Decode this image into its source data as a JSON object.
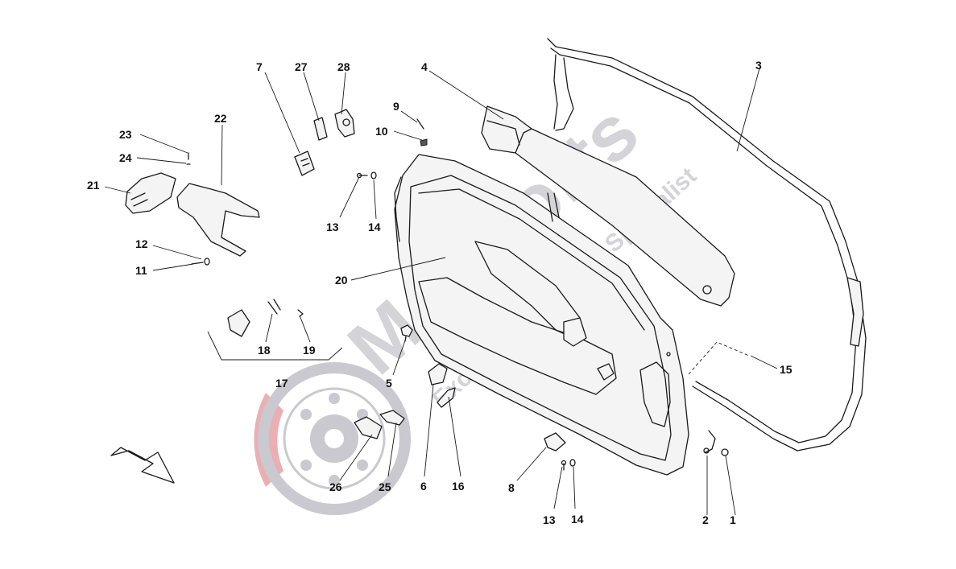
{
  "watermark": {
    "brand": "MoSports",
    "tagline": "Exclusive Car Parts Specialist",
    "colors": {
      "grey": "#c9c9cf",
      "red": "#e8a6ab"
    }
  },
  "callouts": [
    {
      "id": "c1",
      "label": "1"
    },
    {
      "id": "c2",
      "label": "2"
    },
    {
      "id": "c3",
      "label": "3"
    },
    {
      "id": "c4",
      "label": "4"
    },
    {
      "id": "c5",
      "label": "5"
    },
    {
      "id": "c6",
      "label": "6"
    },
    {
      "id": "c7",
      "label": "7"
    },
    {
      "id": "c8",
      "label": "8"
    },
    {
      "id": "c9",
      "label": "9"
    },
    {
      "id": "c10",
      "label": "10"
    },
    {
      "id": "c11",
      "label": "11"
    },
    {
      "id": "c12",
      "label": "12"
    },
    {
      "id": "c13a",
      "label": "13"
    },
    {
      "id": "c13b",
      "label": "13"
    },
    {
      "id": "c14a",
      "label": "14"
    },
    {
      "id": "c14b",
      "label": "14"
    },
    {
      "id": "c15",
      "label": "15"
    },
    {
      "id": "c16",
      "label": "16"
    },
    {
      "id": "c17",
      "label": "17"
    },
    {
      "id": "c18",
      "label": "18"
    },
    {
      "id": "c19",
      "label": "19"
    },
    {
      "id": "c20",
      "label": "20"
    },
    {
      "id": "c21",
      "label": "21"
    },
    {
      "id": "c22",
      "label": "22"
    },
    {
      "id": "c23",
      "label": "23"
    },
    {
      "id": "c24",
      "label": "24"
    },
    {
      "id": "c25",
      "label": "25"
    },
    {
      "id": "c26",
      "label": "26"
    },
    {
      "id": "c27",
      "label": "27"
    },
    {
      "id": "c28",
      "label": "28"
    }
  ]
}
